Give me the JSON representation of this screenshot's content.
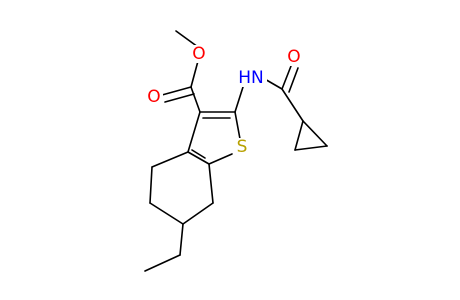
{
  "diagram": {
    "atom_labels": {
      "ester_o_methyl": "O",
      "ester_o_carbonyl": "O",
      "amide_nh": "HN",
      "amide_o": "O",
      "ring_s": "S"
    },
    "colors": {
      "bond": "#000000",
      "oxygen": "#ff0000",
      "nitrogen": "#0000ff",
      "sulfur": "#b7a000",
      "background": "#ffffff"
    }
  }
}
